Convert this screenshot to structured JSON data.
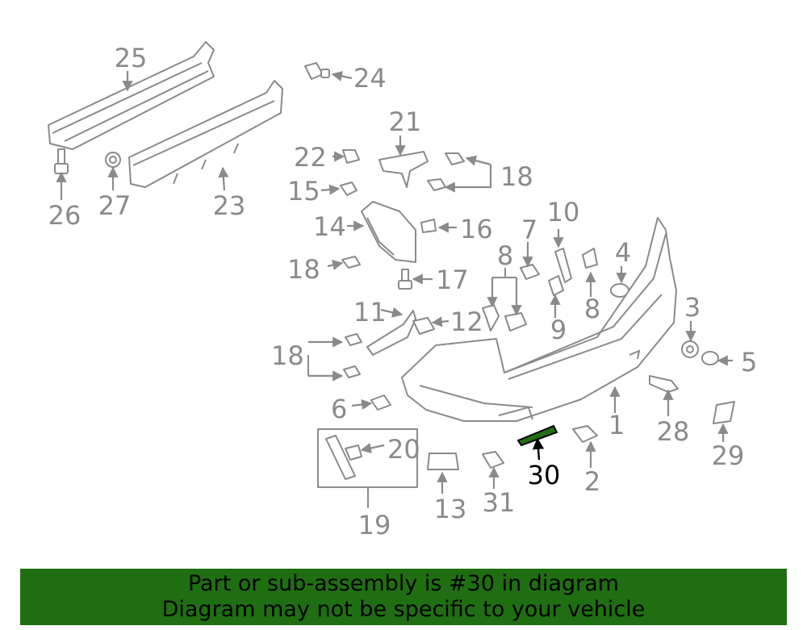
{
  "diagram": {
    "callouts": {
      "c1": "1",
      "c2": "2",
      "c3": "3",
      "c4": "4",
      "c5": "5",
      "c6": "6",
      "c7": "7",
      "c8a": "8",
      "c8b": "8",
      "c9": "9",
      "c10": "10",
      "c11": "11",
      "c12": "12",
      "c13": "13",
      "c14": "14",
      "c15": "15",
      "c16": "16",
      "c17": "17",
      "c18a": "18",
      "c18b": "18",
      "c18c": "18",
      "c19": "19",
      "c20": "20",
      "c21": "21",
      "c22": "22",
      "c23": "23",
      "c24": "24",
      "c25": "25",
      "c26": "26",
      "c27": "27",
      "c28": "28",
      "c29": "29",
      "c30": "30",
      "c31": "31"
    },
    "highlight_color": "#1f6e12",
    "line_color": "#8a8a8a"
  },
  "banner": {
    "line1": "Part or sub-assembly is #30 in diagram",
    "line2": "Diagram may not be specific to your vehicle",
    "background": "#1f6e12"
  }
}
